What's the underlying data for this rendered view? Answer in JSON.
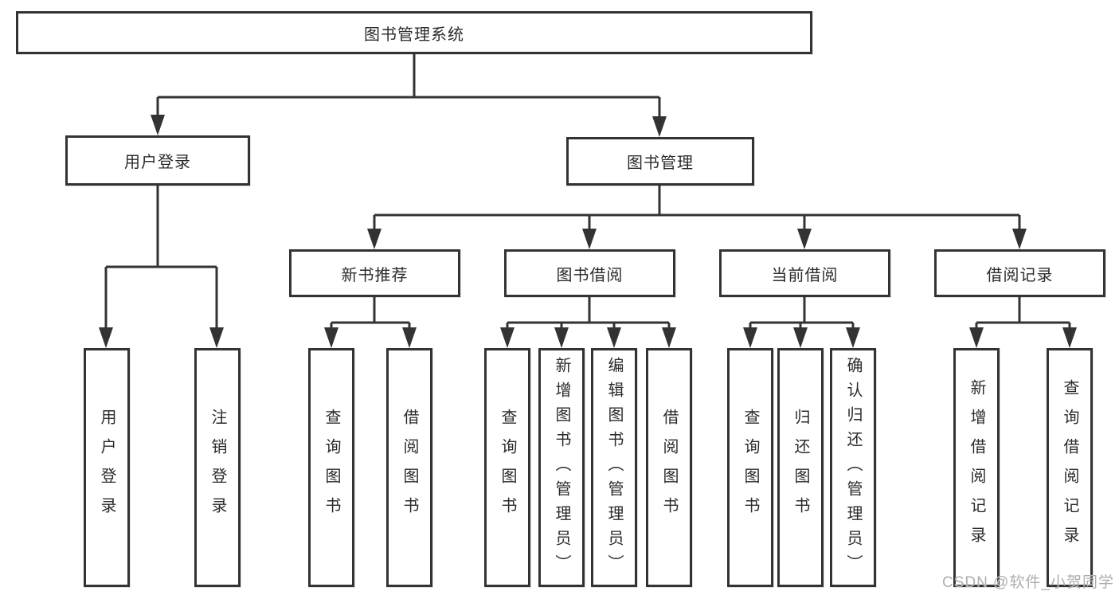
{
  "diagram": {
    "type": "hierarchy-tree",
    "tree": {
      "label": "图书管理系统",
      "children": [
        {
          "label": "用户登录",
          "children": [
            {
              "label": "用户登录"
            },
            {
              "label": "注销登录"
            }
          ]
        },
        {
          "label": "图书管理",
          "children": [
            {
              "label": "新书推荐",
              "children": [
                {
                  "label": "查询图书"
                },
                {
                  "label": "借阅图书"
                }
              ]
            },
            {
              "label": "图书借阅",
              "children": [
                {
                  "label": "查询图书"
                },
                {
                  "label": "新增图书（管理员）"
                },
                {
                  "label": "编辑图书（管理员）"
                },
                {
                  "label": "借阅图书"
                }
              ]
            },
            {
              "label": "当前借阅",
              "children": [
                {
                  "label": "查询图书"
                },
                {
                  "label": "归还图书"
                },
                {
                  "label": "确认归还（管理员）"
                }
              ]
            },
            {
              "label": "借阅记录",
              "children": [
                {
                  "label": "新增借阅记录"
                },
                {
                  "label": "查询借阅记录"
                }
              ]
            }
          ]
        }
      ]
    }
  },
  "watermark": {
    "text": "CSDN @软件_小贺同学"
  },
  "colors": {
    "background": "#ffffff",
    "box_fill": "#ffffff",
    "box_border": "#333333",
    "line": "#333333",
    "text": "#2b2b2b",
    "watermark": "#aeaeae"
  }
}
